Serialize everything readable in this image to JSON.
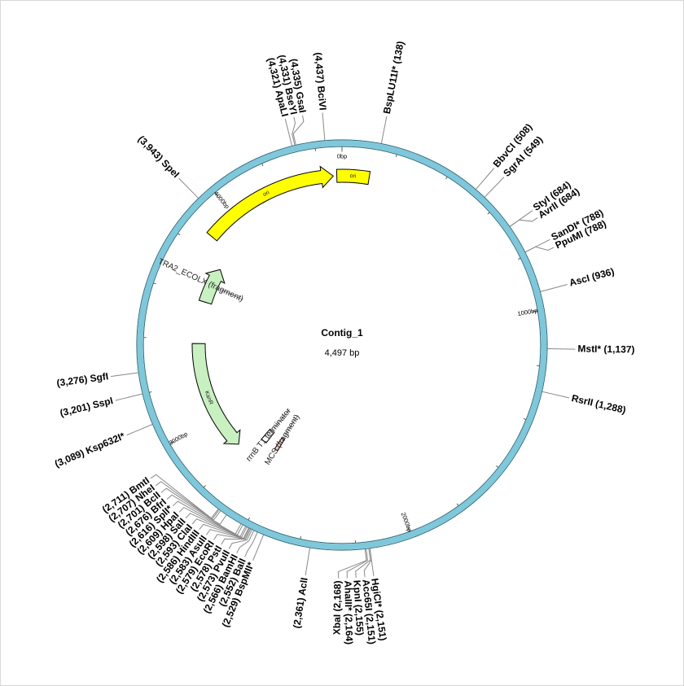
{
  "plasmid": {
    "name": "Contig_1",
    "length_label": "4,497 bp",
    "length_bp": 4497
  },
  "colors": {
    "backbone": "#7fc7da",
    "backbone_stroke": "#2d6b7a",
    "ori": "#ffff00",
    "kanR": "#c8f0c0",
    "tra2": "#c8f0c0",
    "terminator": "#ffffff",
    "mcs": "#f5c9b8",
    "leader": "#888888"
  },
  "ruler": [
    {
      "bp": 0,
      "label": "0bp"
    },
    {
      "bp": 1000,
      "label": "1000bp"
    },
    {
      "bp": 2000,
      "label": "2000bp"
    },
    {
      "bp": 3000,
      "label": "3000bp"
    },
    {
      "bp": 4000,
      "label": "4000bp"
    }
  ],
  "features": [
    {
      "id": "ori-arrow",
      "label": "ori",
      "start": 3870,
      "end": 4460,
      "direction": "cw",
      "color": "ori",
      "label_mode": "inside"
    },
    {
      "id": "ori-box",
      "label": "ori",
      "start": 4475,
      "end": 115,
      "direction": "none",
      "color": "ori",
      "label_mode": "inside",
      "offset": 0
    },
    {
      "id": "kanR",
      "label": "KanR",
      "start": 2825,
      "end": 3380,
      "direction": "ccw",
      "color": "kanR",
      "label_mode": "inside",
      "offset": 1
    },
    {
      "id": "tra2",
      "label": "TRA2_ECOLX (fragment)",
      "start": 3590,
      "end": 3770,
      "direction": "cw",
      "color": "tra2",
      "label_mode": "outside",
      "offset": 1
    },
    {
      "id": "terminator",
      "label": "rrnB T1 terminator",
      "start": 2720,
      "end": 2755,
      "direction": "none",
      "color": "terminator",
      "label_mode": "outside",
      "offset": 2
    },
    {
      "id": "mcs",
      "label": "MCS (fragment)",
      "start": 2640,
      "end": 2660,
      "direction": "none",
      "color": "mcs",
      "label_mode": "outside",
      "offset": 2
    }
  ],
  "sites": [
    {
      "text": "BspLU11I* (138)",
      "bp": 138,
      "side": "right"
    },
    {
      "text": "BbvCI (508)",
      "bp": 508,
      "side": "right"
    },
    {
      "text": "SgrAI (549)",
      "bp": 549,
      "side": "right"
    },
    {
      "text": "StyI (684)",
      "bp": 684,
      "side": "right"
    },
    {
      "text": "AvrII (684)",
      "bp": 684,
      "side": "right"
    },
    {
      "text": "SanDI* (788)",
      "bp": 788,
      "side": "right"
    },
    {
      "text": "PpuMI (788)",
      "bp": 788,
      "side": "right"
    },
    {
      "text": "AscI (936)",
      "bp": 936,
      "side": "right"
    },
    {
      "text": "MstI* (1,137)",
      "bp": 1137,
      "side": "right"
    },
    {
      "text": "RsrII (1,288)",
      "bp": 1288,
      "side": "right"
    },
    {
      "text": "HgiCI* (2,151)",
      "bp": 2151,
      "side": "right"
    },
    {
      "text": "Acc65I (2,151)",
      "bp": 2151,
      "side": "right"
    },
    {
      "text": "KpnI (2,155)",
      "bp": 2155,
      "side": "right"
    },
    {
      "text": "AhaIII* (2,164)",
      "bp": 2164,
      "side": "right"
    },
    {
      "text": "XbaI (2,168)",
      "bp": 2168,
      "side": "right"
    },
    {
      "text": "(2,361) AclI",
      "bp": 2361,
      "side": "left"
    },
    {
      "text": "(2,529) BspMII*",
      "bp": 2529,
      "side": "left"
    },
    {
      "text": "(2,552) BalI",
      "bp": 2552,
      "side": "left"
    },
    {
      "text": "(2,566) BamHI",
      "bp": 2566,
      "side": "left"
    },
    {
      "text": "(2,573) PvuII",
      "bp": 2573,
      "side": "left"
    },
    {
      "text": "(2,578) PstI",
      "bp": 2578,
      "side": "left"
    },
    {
      "text": "(2,579) EcoRI",
      "bp": 2579,
      "side": "left"
    },
    {
      "text": "(2,583) AsuII",
      "bp": 2583,
      "side": "left"
    },
    {
      "text": "(2,586) HindIII",
      "bp": 2586,
      "side": "left"
    },
    {
      "text": "(2,593) ClaI",
      "bp": 2593,
      "side": "left"
    },
    {
      "text": "(2,598) SalI",
      "bp": 2598,
      "side": "left"
    },
    {
      "text": "(2,609) HpaI",
      "bp": 2609,
      "side": "left"
    },
    {
      "text": "(2,616) SplI*",
      "bp": 2616,
      "side": "left"
    },
    {
      "text": "(2,676) BfrI",
      "bp": 2676,
      "side": "left"
    },
    {
      "text": "(2,701) BclI",
      "bp": 2701,
      "side": "left"
    },
    {
      "text": "(2,707) NheI",
      "bp": 2707,
      "side": "left"
    },
    {
      "text": "(2,711) BmtI",
      "bp": 2711,
      "side": "left"
    },
    {
      "text": "(3,089) Ksp632I*",
      "bp": 3089,
      "side": "left"
    },
    {
      "text": "(3,201) SspI",
      "bp": 3201,
      "side": "left"
    },
    {
      "text": "(3,276) SgfI",
      "bp": 3276,
      "side": "left"
    },
    {
      "text": "(3,943) SpeI",
      "bp": 3943,
      "side": "left"
    },
    {
      "text": "(4,321) ApaLI",
      "bp": 4321,
      "side": "left"
    },
    {
      "text": "(4,331) BseYI",
      "bp": 4331,
      "side": "left"
    },
    {
      "text": "(4,335) GsaI",
      "bp": 4335,
      "side": "left"
    },
    {
      "text": "(4,437) BciVI",
      "bp": 4437,
      "side": "left"
    }
  ]
}
